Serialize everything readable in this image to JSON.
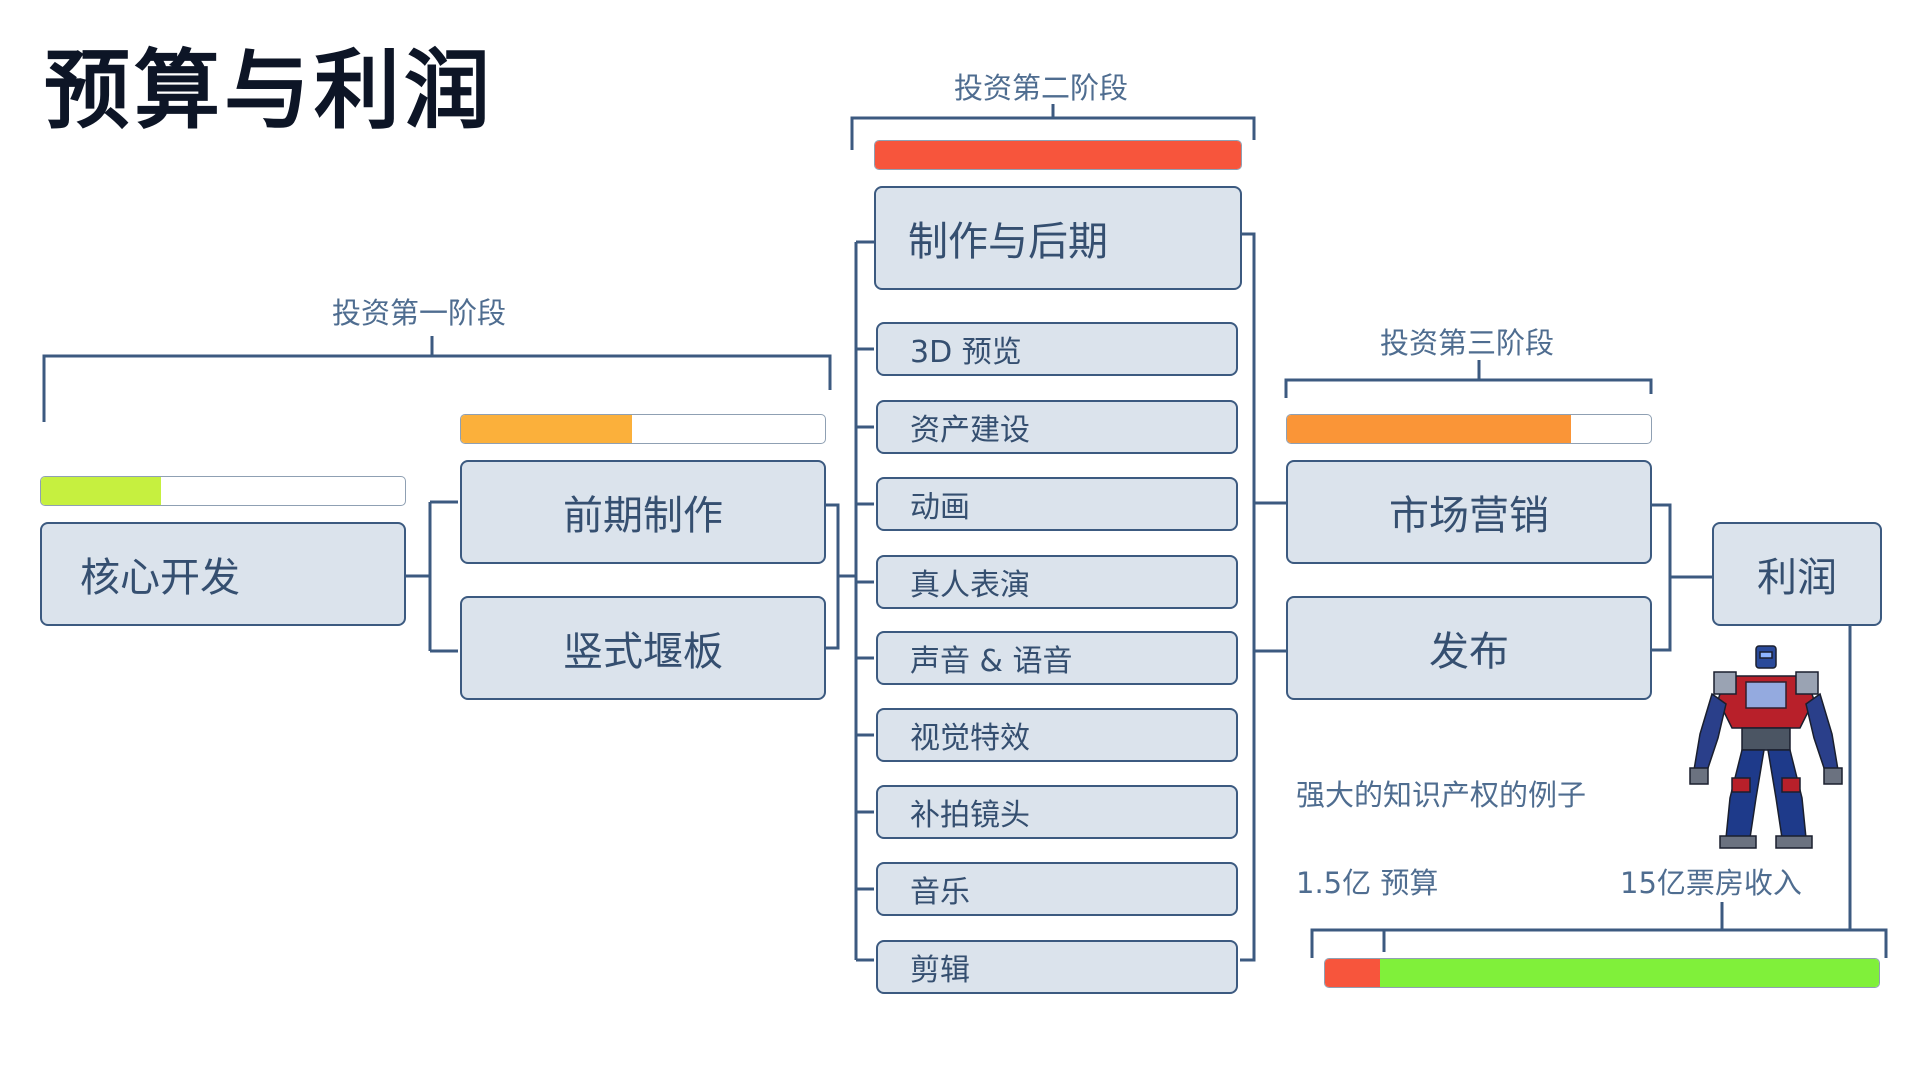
{
  "title": "预算与利润",
  "phases": {
    "phase1": "投资第一阶段",
    "phase2": "投资第二阶段",
    "phase3": "投资第三阶段"
  },
  "nodes": {
    "core_dev": "核心开发",
    "preproduction": "前期制作",
    "vertical_slice": "竖式堰板",
    "production_post": "制作与后期",
    "marketing": "市场营销",
    "release": "发布",
    "profit": "利润"
  },
  "production_items": [
    "3D 预览",
    "资产建设",
    "动画",
    "真人表演",
    "声音 & 语音",
    "视觉特效",
    "补拍镜头",
    "音乐",
    "剪辑"
  ],
  "ip_example": {
    "caption": "强大的知识产权的例子",
    "budget": "1.5亿 预算",
    "revenue": "15亿票房收入",
    "robot_icon": "transformer-robot-icon"
  },
  "progress": {
    "core_dev": 0.33,
    "preproduction": 0.47,
    "production_post": 1.0,
    "marketing": 0.78,
    "budget_share": 0.1
  },
  "colors": {
    "core_dev": "#c6f03f",
    "preproduction": "#fbb03b",
    "production_post": "#f7553c",
    "marketing": "#fa9537",
    "budget": "#f7553c",
    "revenue": "#80f03a",
    "line": "#3c5a80",
    "node_fill": "#dbe3ec"
  }
}
